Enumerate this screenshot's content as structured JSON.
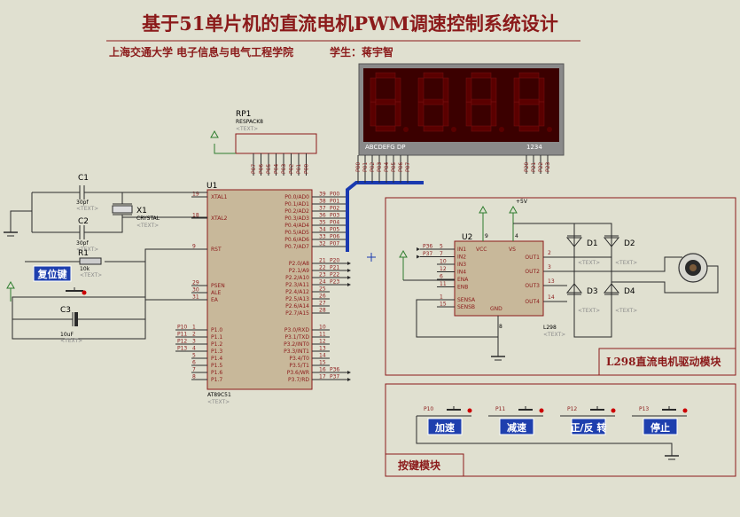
{
  "header": {
    "title": "基于51单片机的直流电机PWM调速控制系统设计",
    "school": "上海交通大学 电子信息与电气工程学院",
    "student": "学生：蒋宇智"
  },
  "placeholder_text": "<TEXT>",
  "mcu": {
    "ref": "U1",
    "part": "AT89C51",
    "left_pins": [
      {
        "num": "19",
        "name": "XTAL1"
      },
      {
        "num": "18",
        "name": "XTAL2"
      },
      {
        "num": "9",
        "name": "RST"
      },
      {
        "num": "29",
        "name": "PSEN"
      },
      {
        "num": "30",
        "name": "ALE"
      },
      {
        "num": "31",
        "name": "EA"
      },
      {
        "num": "1",
        "name": "P1.0"
      },
      {
        "num": "2",
        "name": "P1.1"
      },
      {
        "num": "3",
        "name": "P1.2"
      },
      {
        "num": "4",
        "name": "P1.3"
      },
      {
        "num": "5",
        "name": "P1.4"
      },
      {
        "num": "6",
        "name": "P1.5"
      },
      {
        "num": "7",
        "name": "P1.6"
      },
      {
        "num": "8",
        "name": "P1.7"
      }
    ],
    "left_nets": [
      "P10",
      "P11",
      "P12",
      "P13"
    ],
    "right_pins": [
      {
        "num": "39",
        "name": "P0.0/AD0",
        "net": "P00"
      },
      {
        "num": "38",
        "name": "P0.1/AD1",
        "net": "P01"
      },
      {
        "num": "37",
        "name": "P0.2/AD2",
        "net": "P02"
      },
      {
        "num": "36",
        "name": "P0.3/AD3",
        "net": "P03"
      },
      {
        "num": "35",
        "name": "P0.4/AD4",
        "net": "P04"
      },
      {
        "num": "34",
        "name": "P0.5/AD5",
        "net": "P05"
      },
      {
        "num": "33",
        "name": "P0.6/AD6",
        "net": "P06"
      },
      {
        "num": "32",
        "name": "P0.7/AD7",
        "net": "P07"
      },
      {
        "num": "21",
        "name": "P2.0/A8",
        "net": "P20"
      },
      {
        "num": "22",
        "name": "P2.1/A9",
        "net": "P21"
      },
      {
        "num": "23",
        "name": "P2.2/A10",
        "net": "P22"
      },
      {
        "num": "24",
        "name": "P2.3/A11",
        "net": "P23"
      },
      {
        "num": "25",
        "name": "P2.4/A12",
        "net": ""
      },
      {
        "num": "26",
        "name": "P2.5/A13",
        "net": ""
      },
      {
        "num": "27",
        "name": "P2.6/A14",
        "net": ""
      },
      {
        "num": "28",
        "name": "P2.7/A15",
        "net": ""
      },
      {
        "num": "10",
        "name": "P3.0/RXD",
        "net": ""
      },
      {
        "num": "11",
        "name": "P3.1/TXD",
        "net": ""
      },
      {
        "num": "12",
        "name": "P3.2/INT0",
        "net": ""
      },
      {
        "num": "13",
        "name": "P3.3/INT1",
        "net": ""
      },
      {
        "num": "14",
        "name": "P3.4/T0",
        "net": ""
      },
      {
        "num": "15",
        "name": "P3.5/T1",
        "net": ""
      },
      {
        "num": "16",
        "name": "P3.6/WR",
        "net": "P36"
      },
      {
        "num": "17",
        "name": "P3.7/RD",
        "net": "P37"
      }
    ]
  },
  "resistor_pack": {
    "ref": "RP1",
    "part": "RESPACK8",
    "nets": [
      "P07",
      "P06",
      "P05",
      "P04",
      "P03",
      "P02",
      "P01",
      "P00"
    ]
  },
  "crystal": {
    "ref": "X1",
    "part": "CRYSTAL"
  },
  "caps": [
    {
      "ref": "C1",
      "value": "30pf"
    },
    {
      "ref": "C2",
      "value": "30pf"
    },
    {
      "ref": "C3",
      "value": "10uF"
    }
  ],
  "resistor": {
    "ref": "R1",
    "value": "10k"
  },
  "reset_label": "复位键",
  "display": {
    "digits": [
      "8",
      "8",
      "8",
      "8"
    ],
    "seg_label": "ABCDEFG  DP",
    "digit_label": "1234",
    "seg_nets": [
      "P00",
      "P01",
      "P02",
      "P03",
      "P04",
      "P05",
      "P06",
      "P07"
    ],
    "digit_nets": [
      "P20",
      "P21",
      "P22",
      "P23"
    ]
  },
  "driver": {
    "ref": "U2",
    "part": "L298",
    "left_pins": [
      {
        "num": "5",
        "name": "IN1",
        "net": "P36"
      },
      {
        "num": "7",
        "name": "IN2",
        "net": "P37"
      },
      {
        "num": "10",
        "name": "IN3",
        "net": ""
      },
      {
        "num": "12",
        "name": "IN4",
        "net": ""
      },
      {
        "num": "6",
        "name": "ENA",
        "net": ""
      },
      {
        "num": "11",
        "name": "ENB",
        "net": ""
      },
      {
        "num": "1",
        "name": "SENSA",
        "net": ""
      },
      {
        "num": "15",
        "name": "SENSB",
        "net": ""
      }
    ],
    "right_pins": [
      {
        "num": "2",
        "name": "OUT1"
      },
      {
        "num": "3",
        "name": "OUT2"
      },
      {
        "num": "13",
        "name": "OUT3"
      },
      {
        "num": "14",
        "name": "OUT4"
      }
    ],
    "top_pins": [
      {
        "num": "9",
        "name": "VCC"
      },
      {
        "num": "4",
        "name": "VS"
      }
    ],
    "bottom_pin": {
      "num": "8",
      "name": "GND"
    },
    "supply": "+5V"
  },
  "diodes": [
    "D1",
    "D2",
    "D3",
    "D4"
  ],
  "motor_module_label": "L298直流电机驱动模块",
  "key_module": {
    "label": "按键模块",
    "keys": [
      {
        "net": "P10",
        "label": "加速"
      },
      {
        "net": "P11",
        "label": "减速"
      },
      {
        "net": "P12",
        "label": "正/反 转"
      },
      {
        "net": "P13",
        "label": "停止"
      }
    ]
  }
}
